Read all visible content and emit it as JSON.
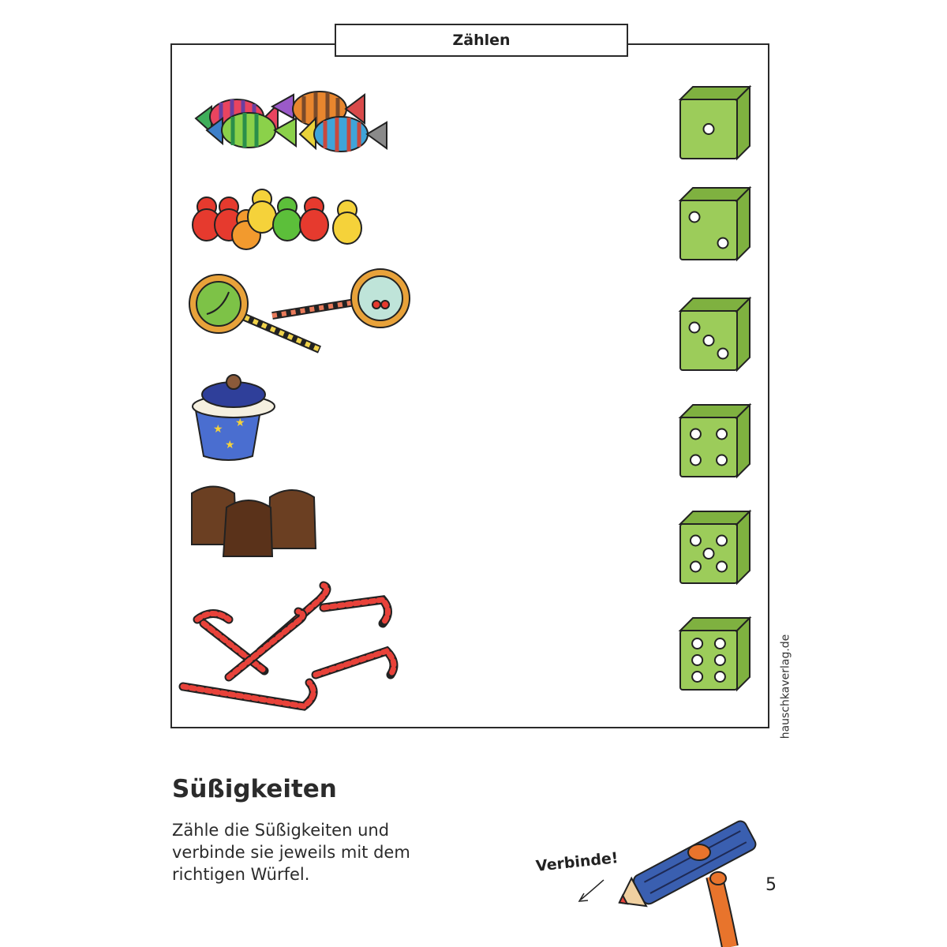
{
  "header": {
    "title": "Zählen"
  },
  "side_text": "hauschkaverlag.de",
  "exercise": {
    "title": "Süßigkeiten",
    "instruction": "Zähle die Süßigkeiten und\nverbinde sie jeweils mit dem\nrichtigen Würfel.",
    "action_label": "Verbinde!",
    "page_number": "5"
  },
  "rows": [
    {
      "item": "candy-wrapper",
      "count": 4,
      "die": 1
    },
    {
      "item": "gummy-bear",
      "count": 7,
      "die": 2
    },
    {
      "item": "lollipop",
      "count": 2,
      "die": 3
    },
    {
      "item": "cupcake",
      "count": 1,
      "die": 4
    },
    {
      "item": "chocolate-marshmallow",
      "count": 3,
      "die": 5
    },
    {
      "item": "candy-cane",
      "count": 6,
      "die": 6
    }
  ],
  "colors": {
    "frame": "#2a2a2a",
    "die_face": "#9ccc5a",
    "die_side": "#7fb140",
    "pencil": "#3a5fb0",
    "arm": "#e8742c"
  }
}
